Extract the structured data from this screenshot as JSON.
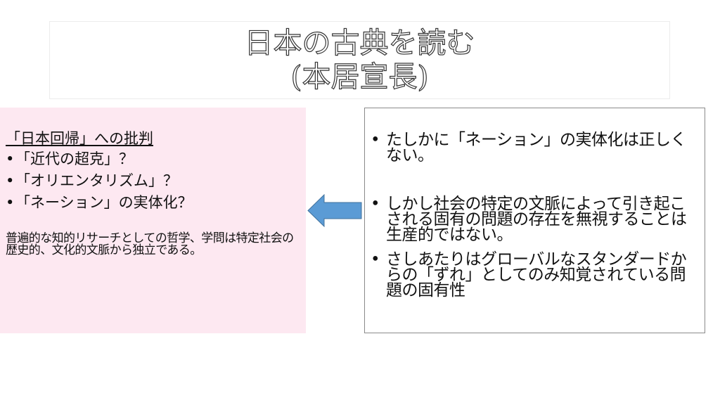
{
  "title": {
    "line1": "日本の古典を読む",
    "line2": "(本居宣長)"
  },
  "left": {
    "heading": "「日本回帰」への批判",
    "bullet_glyph": "•",
    "items": [
      "「近代の超克」？",
      "「オリエンタリズム」？",
      "「ネーション」の実体化？"
    ],
    "note": "普遍的な知的リサーチとしての哲学、学問は特定社会の歴史的、文化的文脈から独立である。"
  },
  "arrow": {
    "color": "#5b9bd5",
    "stroke": "#41719c",
    "direction": "left"
  },
  "right": {
    "bullet_glyph": "•",
    "items": [
      "たしかに「ネーション」の実体化は正しくない。",
      "しかし社会の特定の文脈によって引き起こされる固有の問題の存在を無視することは生産的ではない。",
      "さしあたりはグローバルなスタンダードからの「ずれ」としてのみ知覚されている問題の固有性"
    ]
  },
  "colors": {
    "left_panel_bg": "#fde8f1",
    "right_panel_border": "#8a8a8a",
    "title_outline": "#333333"
  }
}
